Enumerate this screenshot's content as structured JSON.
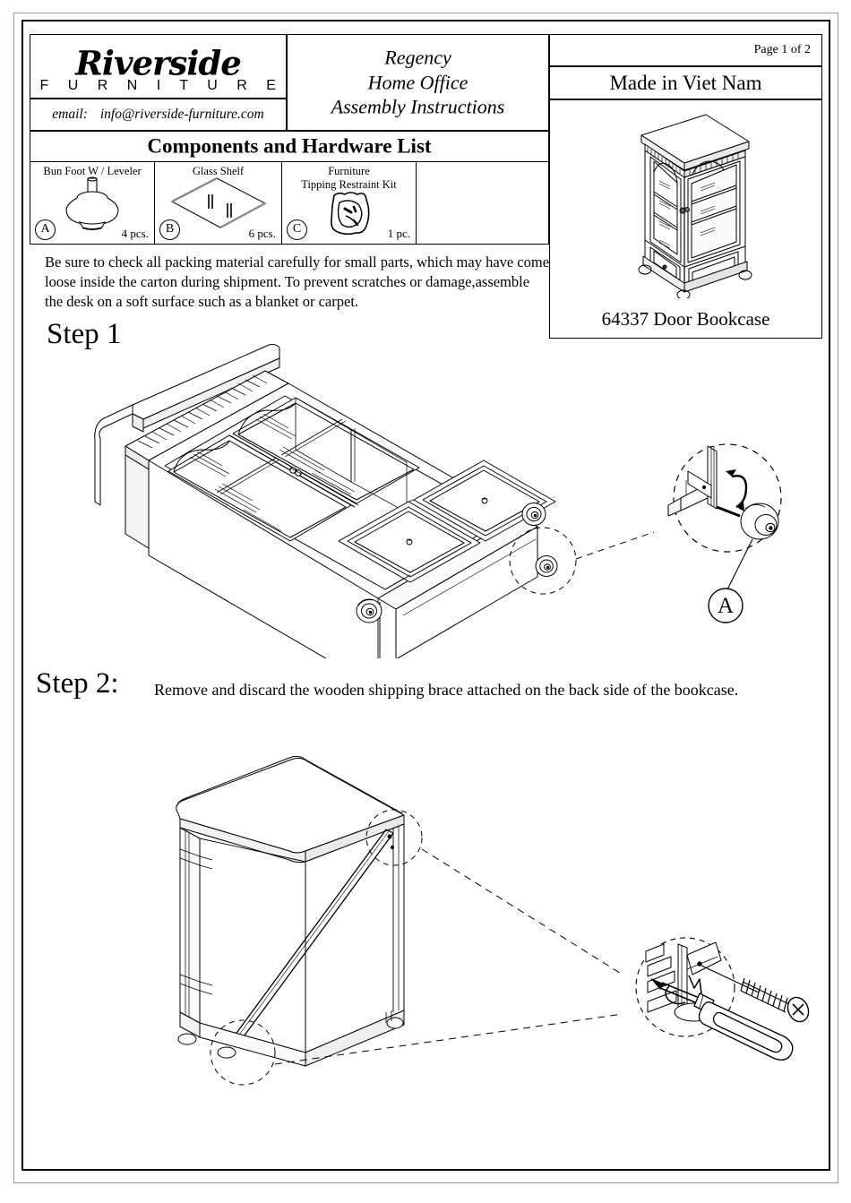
{
  "document": {
    "brand": {
      "script_name": "Riverside",
      "word_mark": "F U R N I T U R E",
      "email_label": "email:",
      "email_address": "info@riverside-furniture.com"
    },
    "title_lines": {
      "line1": "Regency",
      "line2": "Home Office",
      "line3": "Assembly Instructions"
    },
    "page_number": "Page 1 of 2",
    "origin": "Made in Viet Nam",
    "product_caption": "64337 Door Bookcase",
    "components_heading": "Components and Hardware List"
  },
  "parts": [
    {
      "letter": "A",
      "name": "Bun Foot W / Leveler",
      "qty": "4 pcs.",
      "icon": "bun-foot-icon"
    },
    {
      "letter": "B",
      "name": "Glass Shelf",
      "qty": "6 pcs.",
      "icon": "glass-shelf-icon"
    },
    {
      "letter": "C",
      "name": "Furniture\nTipping Restraint Kit",
      "name_line1": "Furniture",
      "name_line2": "Tipping Restraint Kit",
      "qty": "1 pc.",
      "icon": "restraint-kit-icon"
    }
  ],
  "note": "Be sure to check all packing material carefully for small parts, which may have come loose inside the carton during shipment. To prevent scratches or damage,assemble the desk on a soft surface such as a blanket or carpet.",
  "steps": [
    {
      "label": "Step 1",
      "text": "",
      "callout_letter": "A"
    },
    {
      "label": "Step 2:",
      "text": "Remove and discard the wooden shipping brace attached on the back side of the bookcase."
    }
  ],
  "colors": {
    "ink": "#000000",
    "frame": "#9a9a9a",
    "shade": "#8c8c8c",
    "paper": "#ffffff"
  }
}
